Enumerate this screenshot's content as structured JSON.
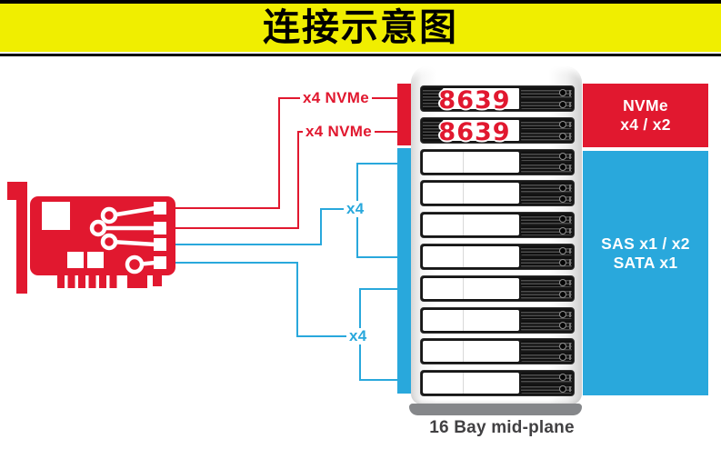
{
  "title": {
    "text": "连接示意图"
  },
  "colors": {
    "nvme_red": "#e1182f",
    "sas_cyan": "#29a8dc",
    "title_yellow": "#f0ee00",
    "caption_gray": "#414042"
  },
  "card": {
    "icon": "pcie-hba-card-icon"
  },
  "connections": {
    "nvme_cables": [
      {
        "label": "x4 NVMe"
      },
      {
        "label": "x4 NVMe"
      }
    ],
    "sas_cables": [
      {
        "label": "x4"
      },
      {
        "label": "x4"
      }
    ]
  },
  "enclosure": {
    "caption": "16 Bay mid-plane",
    "bays": [
      {
        "type": "nvme",
        "label": "8639"
      },
      {
        "type": "nvme",
        "label": "8639"
      },
      {
        "type": "standard"
      },
      {
        "type": "standard"
      },
      {
        "type": "standard"
      },
      {
        "type": "standard"
      },
      {
        "type": "standard"
      },
      {
        "type": "standard"
      },
      {
        "type": "standard"
      },
      {
        "type": "standard"
      }
    ]
  },
  "legend": {
    "nvme_box": {
      "line1": "NVMe",
      "line2": "x4 / x2",
      "color": "#e1182f"
    },
    "sas_box": {
      "line1": "SAS x1 / x2",
      "line2": "SATA x1",
      "color": "#29a8dc"
    }
  }
}
